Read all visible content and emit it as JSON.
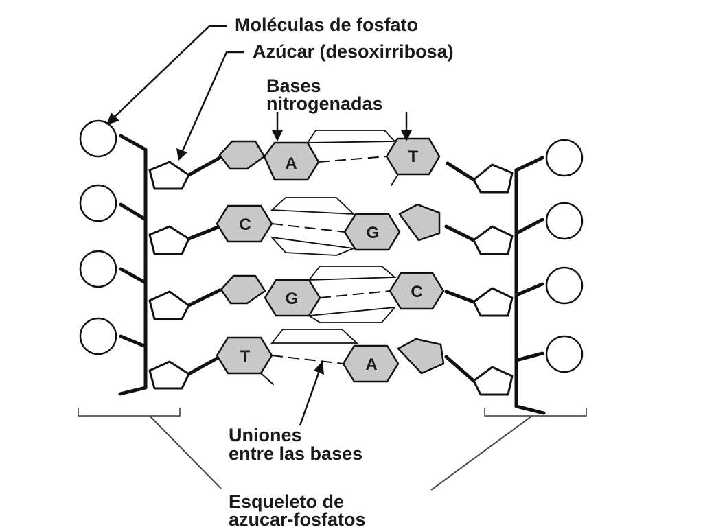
{
  "labels": {
    "phosphate": "Moléculas de fosfato",
    "sugar": "Azúcar (desoxirribosa)",
    "bases_line1": "Bases",
    "bases_line2": "nitrogenadas",
    "bonds_line1": "Uniones",
    "bonds_line2": "entre las bases",
    "backbone_line1": "Esqueleto de",
    "backbone_line2": "azucar-fosfatos"
  },
  "base_pairs": [
    {
      "left": "A",
      "right": "T"
    },
    {
      "left": "C",
      "right": "G"
    },
    {
      "left": "G",
      "right": "C"
    },
    {
      "left": "T",
      "right": "A"
    }
  ],
  "colors": {
    "base_fill": "#c8c8c8",
    "line": "#111111",
    "background": "#ffffff"
  }
}
